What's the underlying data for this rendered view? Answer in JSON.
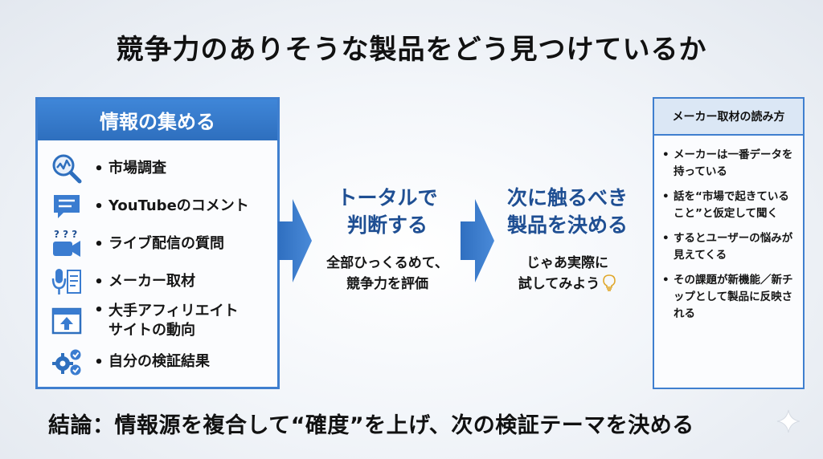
{
  "title": "競争力のありそうな製品をどう見つけているか",
  "sources": {
    "header": "情報の集める",
    "items": [
      {
        "label": "市場調査",
        "icon": "magnifier-chart-icon"
      },
      {
        "label": "YouTubeのコメント",
        "icon": "speech-bubble-icon"
      },
      {
        "label": "ライブ配信の質問",
        "icon": "video-question-icon"
      },
      {
        "label": "メーカー取材",
        "icon": "microphone-document-icon"
      },
      {
        "label": "大手アフィリエイトサイトの動向",
        "line1": "大手アフィリエイト",
        "line2": "サイトの動向",
        "icon": "browser-upload-icon"
      },
      {
        "label": "自分の検証結果",
        "icon": "gear-check-icon"
      }
    ],
    "bullet": "•"
  },
  "step1": {
    "heading_line1": "トータルで",
    "heading_line2": "判断する",
    "body_line1": "全部ひっくるめて、",
    "body_line2": "競争力を評価"
  },
  "step2": {
    "heading_line1": "次に触るべき",
    "heading_line2": "製品を決める",
    "body_line1": "じゃあ実際に",
    "body_line2": "試してみよう",
    "icon": "lightbulb-icon"
  },
  "notes": {
    "header": "メーカー取材の読み方",
    "items": [
      "メーカーは一番データを持っている",
      "話を“市場で起きていること”と仮定して聞く",
      "するとユーザーの悩みが見えてくる",
      "その課題が新機能／新チップとして製品に反映される"
    ],
    "bullet": "•"
  },
  "conclusion": "結論：情報源を複合して“確度”を上げ、次の検証テーマを決める",
  "colors": {
    "accent": "#3f7fcf",
    "heading_blue": "#1f4f93",
    "arrow": "#3b7fd0"
  }
}
